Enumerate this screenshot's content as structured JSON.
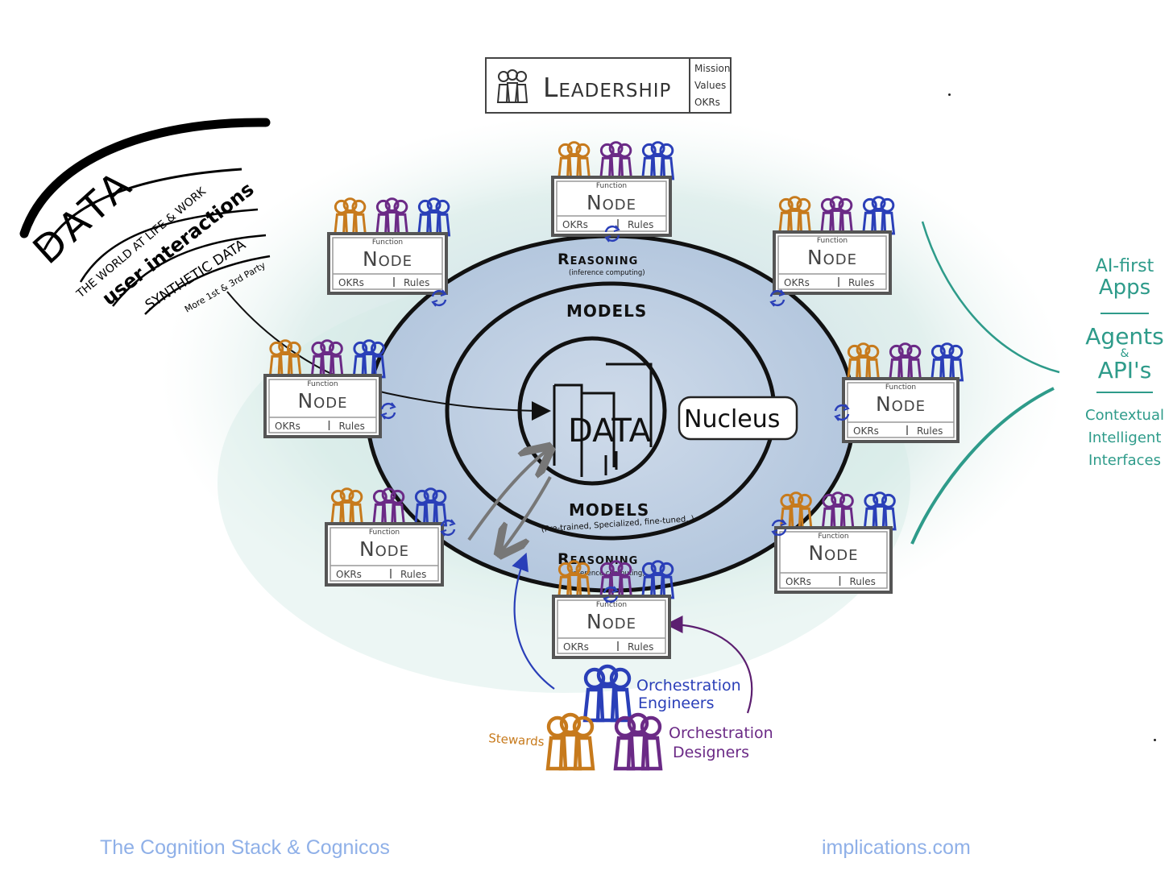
{
  "leadership": {
    "title": "Leadership",
    "side_items": [
      "Mission",
      "Values",
      "OKRs"
    ]
  },
  "data_arc": {
    "title": "DATA",
    "lines": [
      "THE WORLD AT LIFE & WORK",
      "user interactions",
      "SYNTHETIC DATA",
      "More 1st & 3rd Party"
    ]
  },
  "node": {
    "function_label": "Function",
    "name": "Node",
    "okrs_label": "OKRs",
    "rules_label": "Rules"
  },
  "rings": {
    "outer_label": "Reasoning",
    "outer_sub": "(inference computing)",
    "middle_label": "MODELS",
    "middle_sub": "(Pre-trained, Specialized, fine-tuned..)",
    "core_label": "DATA",
    "nucleus_label": "Nucleus"
  },
  "roles": {
    "engineers": [
      "Orchestration",
      "Engineers"
    ],
    "stewards": "Stewards",
    "designers": [
      "Orchestration",
      "Designers"
    ]
  },
  "outputs": {
    "apps": [
      "AI-first",
      "Apps"
    ],
    "agents": [
      "Agents",
      "&",
      "API's"
    ],
    "interfaces": [
      "Contextual",
      "Intelligent",
      "Interfaces"
    ]
  },
  "colors": {
    "steward": "#c77a1c",
    "designer": "#6b2a86",
    "engineer": "#2a3fb8",
    "ring_fill": "#c6d4e6",
    "teal": "#2e9b8a",
    "footer": "#8fb0e8"
  },
  "footer": {
    "left": "The Cognition Stack & Cognicos",
    "right": "implications.com"
  }
}
